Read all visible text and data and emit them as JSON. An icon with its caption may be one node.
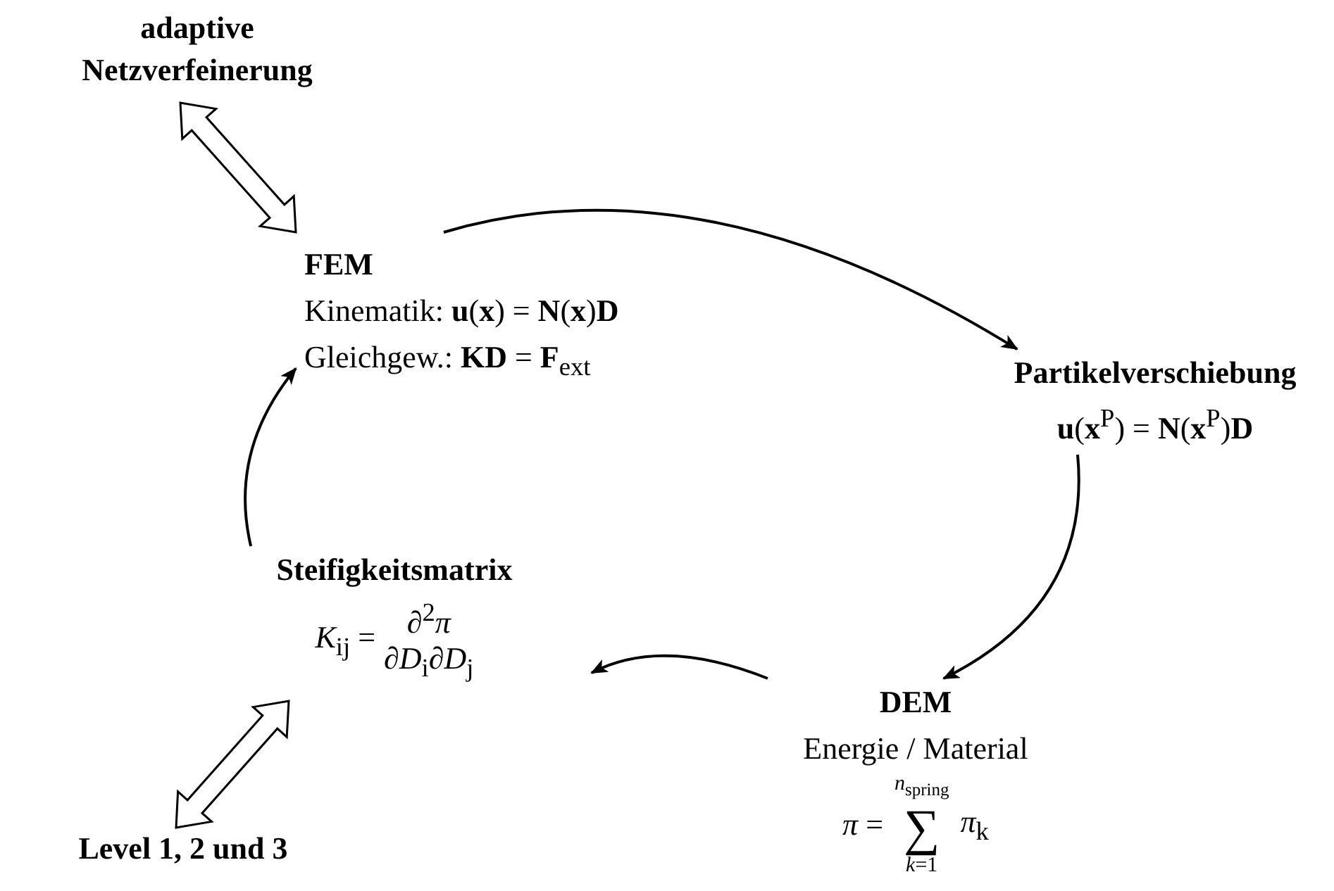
{
  "diagram": {
    "nodes": [
      {
        "text": [
          "adaptive Netzverfeinerung"
        ]
      },
      {
        "text": [
          "FEM",
          "Kinematik: **u**(**x**) = **N**(**x**)**D**",
          "Gleichgew.: **KD** = **F**$_{ext}$"
        ]
      },
      {
        "text": [
          "Partikelverschiebung",
          "**u**(**x**$^{P}$) = **N**(**x**$^{P}$)**D**"
        ]
      },
      {
        "text": [
          "DEM",
          "Energie / Material",
          "*π* =",
          "*n*$_{spring}$",
          "∑",
          "*k*=1",
          "*π*$_{k}$"
        ]
      },
      {
        "text": [
          "Steifigkeitsmatrix",
          "*K*$_{ij}$ =",
          "∂$^{2}$*π*",
          "∂*D*$_{i}$∂*D*$_{j}$"
        ]
      },
      {
        "text": [
          "Level 1, 2 und 3"
        ]
      }
    ],
    "edges": [
      {
        "from": 0,
        "to": 1,
        "arrow": "both",
        "style": "thick"
      },
      {
        "from": 1,
        "to": 2,
        "arrow": "to"
      },
      {
        "from": 2,
        "to": 3,
        "arrow": "to"
      },
      {
        "from": 3,
        "to": 4,
        "arrow": "to"
      },
      {
        "from": 4,
        "to": 1,
        "arrow": "to"
      },
      {
        "from": 5,
        "to": 4,
        "arrow": "both",
        "style": "thick"
      }
    ]
  }
}
